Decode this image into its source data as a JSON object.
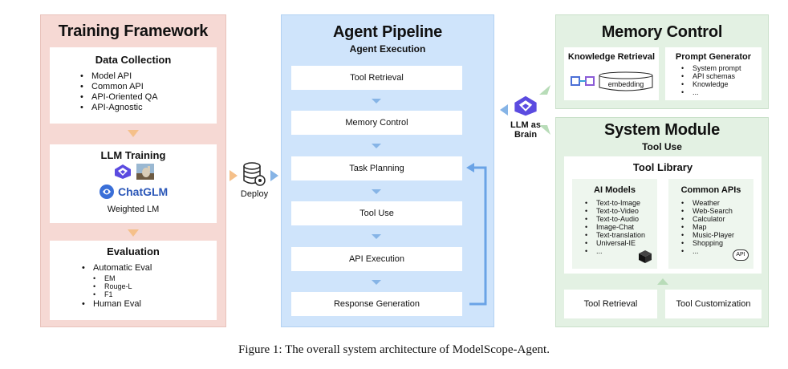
{
  "training": {
    "title": "Training Framework",
    "data_collection": {
      "title": "Data Collection",
      "items": [
        "Model API",
        "Common API",
        "API-Oriented QA",
        "API-Agnostic"
      ]
    },
    "llm_training": {
      "title": "LLM Training",
      "chatglm_label": "ChatGLM",
      "weighted_label": "Weighted LM"
    },
    "evaluation": {
      "title": "Evaluation",
      "automatic": "Automatic Eval",
      "metrics": [
        "EM",
        "Rouge-L",
        "F1"
      ],
      "human": "Human Eval"
    }
  },
  "deploy_label": "Deploy",
  "pipeline": {
    "title": "Agent Pipeline",
    "subtitle": "Agent Execution",
    "steps": [
      "Tool Retrieval",
      "Memory Control",
      "Task Planning",
      "Tool Use",
      "API Execution",
      "Response Generation"
    ]
  },
  "brain": {
    "line1": "LLM as",
    "line2": "Brain"
  },
  "memory": {
    "title": "Memory Control",
    "knowledge_retrieval": {
      "title": "Knowledge Retrieval",
      "embedding_label": "embedding"
    },
    "prompt_generator": {
      "title": "Prompt Generator",
      "items": [
        "System prompt",
        "API schemas",
        "Knowledge",
        "..."
      ]
    }
  },
  "system": {
    "title": "System Module",
    "subtitle": "Tool Use",
    "library_title": "Tool Library",
    "ai_models": {
      "title": "AI Models",
      "items": [
        "Text-to-Image",
        "Text-to-Video",
        "Text-to-Audio",
        "Image-Chat",
        "Text-translation",
        "Universal-IE",
        "..."
      ]
    },
    "common_apis": {
      "title": "Common APIs",
      "items": [
        "Weather",
        "Web-Search",
        "Calculator",
        "Map",
        "Music-Player",
        "Shopping",
        "..."
      ],
      "api_badge": "API"
    },
    "tool_retrieval": "Tool Retrieval",
    "tool_customization": "Tool Customization"
  },
  "caption": "Figure 1: The overall system architecture of ModelScope-Agent.",
  "colors": {
    "training_bg": "#f6d9d4",
    "pipeline_bg": "#cfe4fb",
    "module_bg": "#e3f1e3",
    "arrow_orange": "#f5c08a",
    "arrow_blue": "#86b4e6",
    "brand_purple": "#5b4be0"
  }
}
